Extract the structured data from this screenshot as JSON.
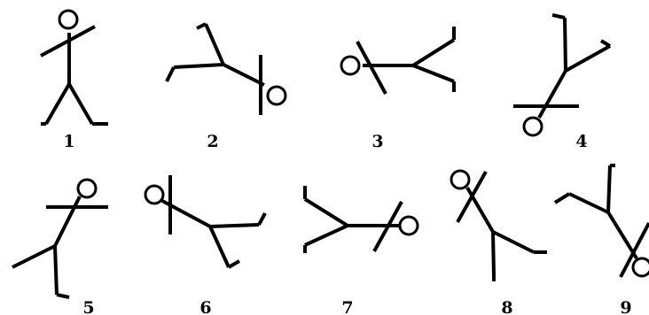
{
  "figures": [
    {
      "label": "1"
    },
    {
      "label": "2"
    },
    {
      "label": "3"
    },
    {
      "label": "4"
    },
    {
      "label": "5"
    },
    {
      "label": "6"
    },
    {
      "label": "7"
    },
    {
      "label": "8"
    },
    {
      "label": "9"
    }
  ]
}
